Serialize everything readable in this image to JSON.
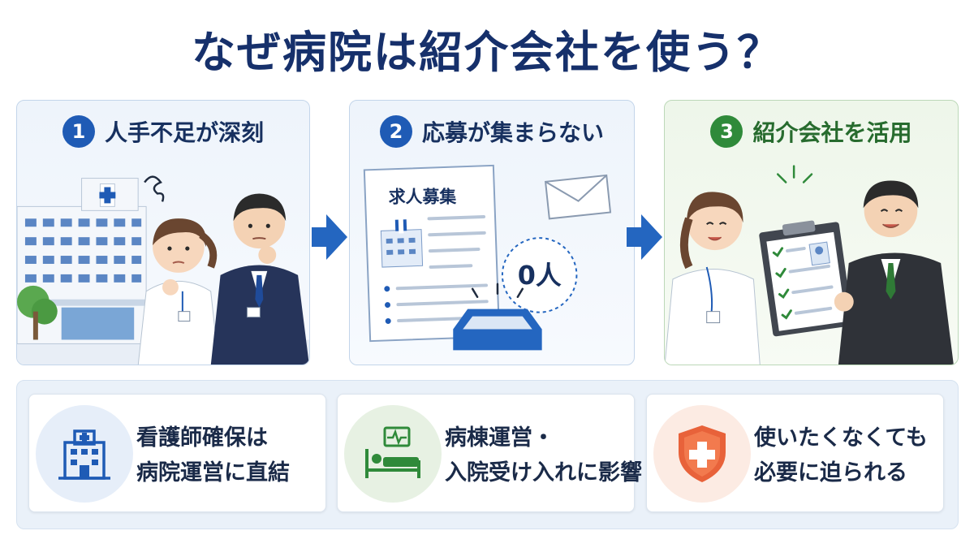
{
  "title": "なぜ病院は紹介会社を使う？",
  "panels": [
    {
      "number": "1",
      "label": "人手不足が深刻"
    },
    {
      "number": "2",
      "label": "応募が集まらない",
      "poster_title": "求人募集",
      "zero_count": "0人"
    },
    {
      "number": "3",
      "label": "紹介会社を活用"
    }
  ],
  "cards": [
    {
      "line1": "看護師確保は",
      "line2": "病院運営に直結",
      "icon": "hospital-icon"
    },
    {
      "line1": "病棟運営・",
      "line2": "入院受け入れに影響",
      "icon": "hospital-bed-icon"
    },
    {
      "line1": "使いたくなくても",
      "line2": "必要に迫られる",
      "icon": "shield-cross-icon"
    }
  ],
  "colors": {
    "title": "#16306b",
    "accent_blue": "#1f5bb5",
    "accent_green": "#2f8a3a",
    "arrow": "#2466c0"
  }
}
